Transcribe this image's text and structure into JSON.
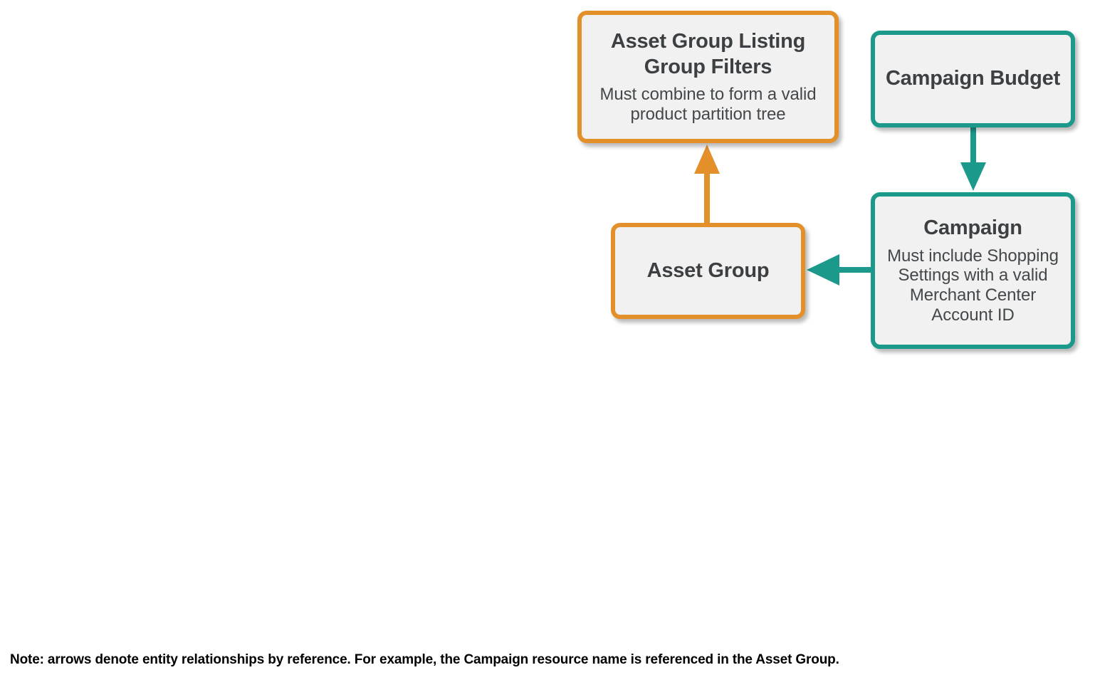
{
  "diagram": {
    "colors": {
      "orange": "#e3902b",
      "teal": "#1b998b",
      "node_fill": "#f1f1f1",
      "text": "#3c4043",
      "background": "#ffffff"
    },
    "nodes": [
      {
        "id": "asset-group-listing-group-filters",
        "title": "Asset Group Listing Group Filters",
        "subtitle": "Must combine to form a valid product partition tree",
        "color": "orange"
      },
      {
        "id": "campaign-budget",
        "title": "Campaign Budget",
        "subtitle": "",
        "color": "teal"
      },
      {
        "id": "asset-group",
        "title": "Asset Group",
        "subtitle": "",
        "color": "orange"
      },
      {
        "id": "campaign",
        "title": "Campaign",
        "subtitle": "Must include Shopping Settings with a valid Merchant Center Account ID",
        "color": "teal"
      }
    ],
    "edges": [
      {
        "id": "asset-group-to-listing-group-filters",
        "from": "asset-group",
        "to": "asset-group-listing-group-filters",
        "direction": "up",
        "color": "orange"
      },
      {
        "id": "campaign-budget-to-campaign",
        "from": "campaign-budget",
        "to": "campaign",
        "direction": "down",
        "color": "teal"
      },
      {
        "id": "campaign-to-asset-group",
        "from": "campaign",
        "to": "asset-group",
        "direction": "left",
        "color": "teal"
      }
    ],
    "footer_note": "Note: arrows denote entity relationships by reference. For example, the Campaign resource name is referenced in the Asset Group."
  }
}
